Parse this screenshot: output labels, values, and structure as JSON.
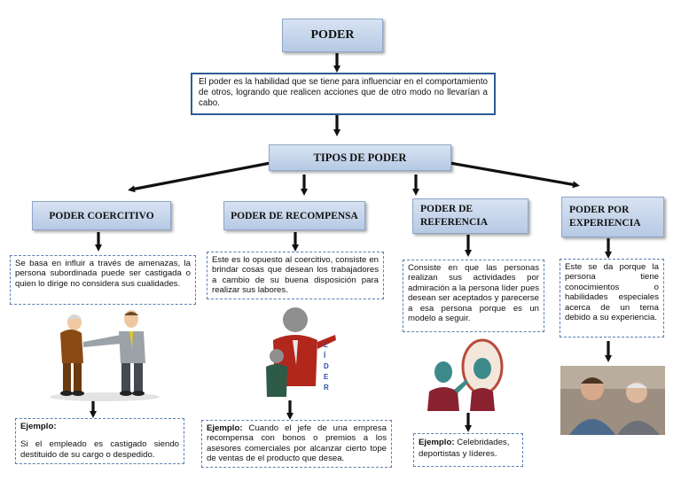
{
  "title": "PODER",
  "definition": "El poder es la habilidad que se tiene para influenciar en el comportamiento de otros, logrando que realicen acciones que de otro modo no llevarían a cabo.",
  "types_heading": "TIPOS DE PODER",
  "types": [
    {
      "label": "PODER COERCITIVO",
      "description": "Se basa en influir a través de amenazas, la persona subordinada puede ser castigada o quien lo dirige no considera sus cualidades.",
      "example_label": "Ejemplo:",
      "example_text": "Si el empleado es castigado siendo destituido de su cargo o despedido."
    },
    {
      "label": "PODER DE RECOMPENSA",
      "description": "Este es lo opuesto al coercitivo, consiste en brindar cosas que desean los trabajadores a cambio de su buena disposición para realizar sus labores.",
      "example_label": "Ejemplo:",
      "example_text": "Cuando el jefe de una empresa recompensa con bonos o premios a los asesores comerciales por alcanzar cierto tope de ventas de el producto que desea.",
      "image_caption": "LÍDER"
    },
    {
      "label": "PODER DE REFERENCIA",
      "description": "Consiste en que las personas realizan sus actividades por admiración a la persona líder pues desean ser aceptados y parecerse a esa persona porque es un modelo a seguir.",
      "example_label": "Ejemplo:",
      "example_text": "Celebridades, deportistas y líderes."
    },
    {
      "label": "PODER POR EXPERIENCIA",
      "description": "Este se da porque la persona tiene conocimientos o habilidades especiales acerca de un tema debido a su experiencia."
    }
  ],
  "colors": {
    "header_fill": "#c7d6ec",
    "header_border": "#8ea6c8",
    "box_border": "#2e5c96",
    "dash_border": "#5a7fb0",
    "arrow": "#111111"
  }
}
